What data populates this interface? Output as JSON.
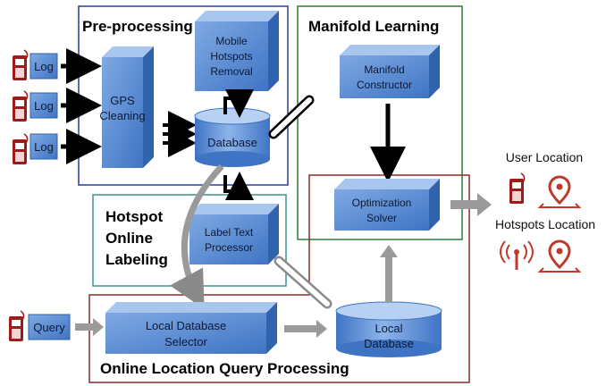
{
  "regions": {
    "preprocessing": "Pre-processing",
    "manifold": "Manifold Learning",
    "hotspot": [
      "Hotspot",
      "Online",
      "Labeling"
    ],
    "online": "Online Location Query Processing"
  },
  "inputs": {
    "log": "Log",
    "query": "Query"
  },
  "components": {
    "gps_cleaning": [
      "GPS",
      "Cleaning"
    ],
    "mobile_hotspots_removal": [
      "Mobile",
      "Hotspots",
      "Removal"
    ],
    "database": "Database",
    "manifold_constructor": [
      "Manifold",
      "Constructor"
    ],
    "optimization_solver": [
      "Optimization",
      "Solver"
    ],
    "label_text_processor": [
      "Label Text",
      "Processor"
    ],
    "local_database_selector": [
      "Local Database",
      "Selector"
    ],
    "local_database": [
      "Local",
      "Database"
    ]
  },
  "outputs": {
    "user_location": "User Location",
    "hotspots_location": "Hotspots Location"
  },
  "colors": {
    "box_front": "#5b8fd6",
    "box_top": "#a9c6ee",
    "box_side": "#2f63ad",
    "preprocessing_border": "#2b3b9c",
    "manifold_border": "#2e7d32",
    "hotspot_border": "#3f8f8f",
    "online_border": "#8b2c2c",
    "phone": "#9c1c1c",
    "pin": "#c0392b"
  },
  "icons": [
    "phone-icon",
    "location-pin-icon",
    "antenna-icon"
  ]
}
